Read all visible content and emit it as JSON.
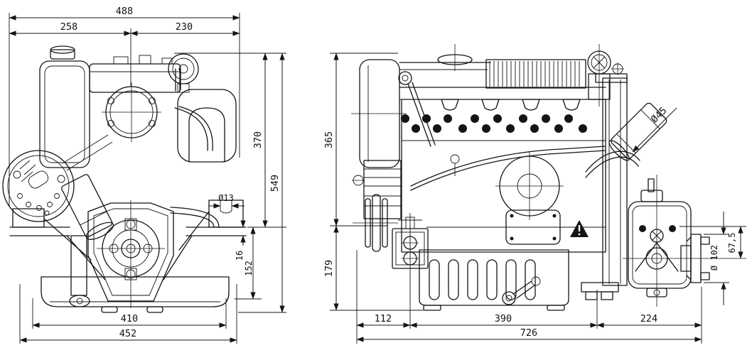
{
  "drawing": {
    "front_view": {
      "dims": {
        "overall_width": "488",
        "width_left_of_center": "258",
        "width_right_of_center": "230",
        "mount_height": "370",
        "overall_height": "549",
        "mount_hole_diameter": "Ø13",
        "mount_flange_thickness": "16",
        "mount_to_lower_ref": "152",
        "feet_spacing": "410",
        "base_width": "452"
      }
    },
    "side_view": {
      "dims": {
        "height_above_mounts": "365",
        "height_below_mounts": "179",
        "exhaust_elbow_diameter": "Ø45",
        "mount_to_shaft_drop": "67,5",
        "output_flange_diameter": "Ø 102",
        "front_overhang": "112",
        "mount_spacing": "390",
        "rear_overhang": "224",
        "overall_length": "726"
      }
    }
  }
}
